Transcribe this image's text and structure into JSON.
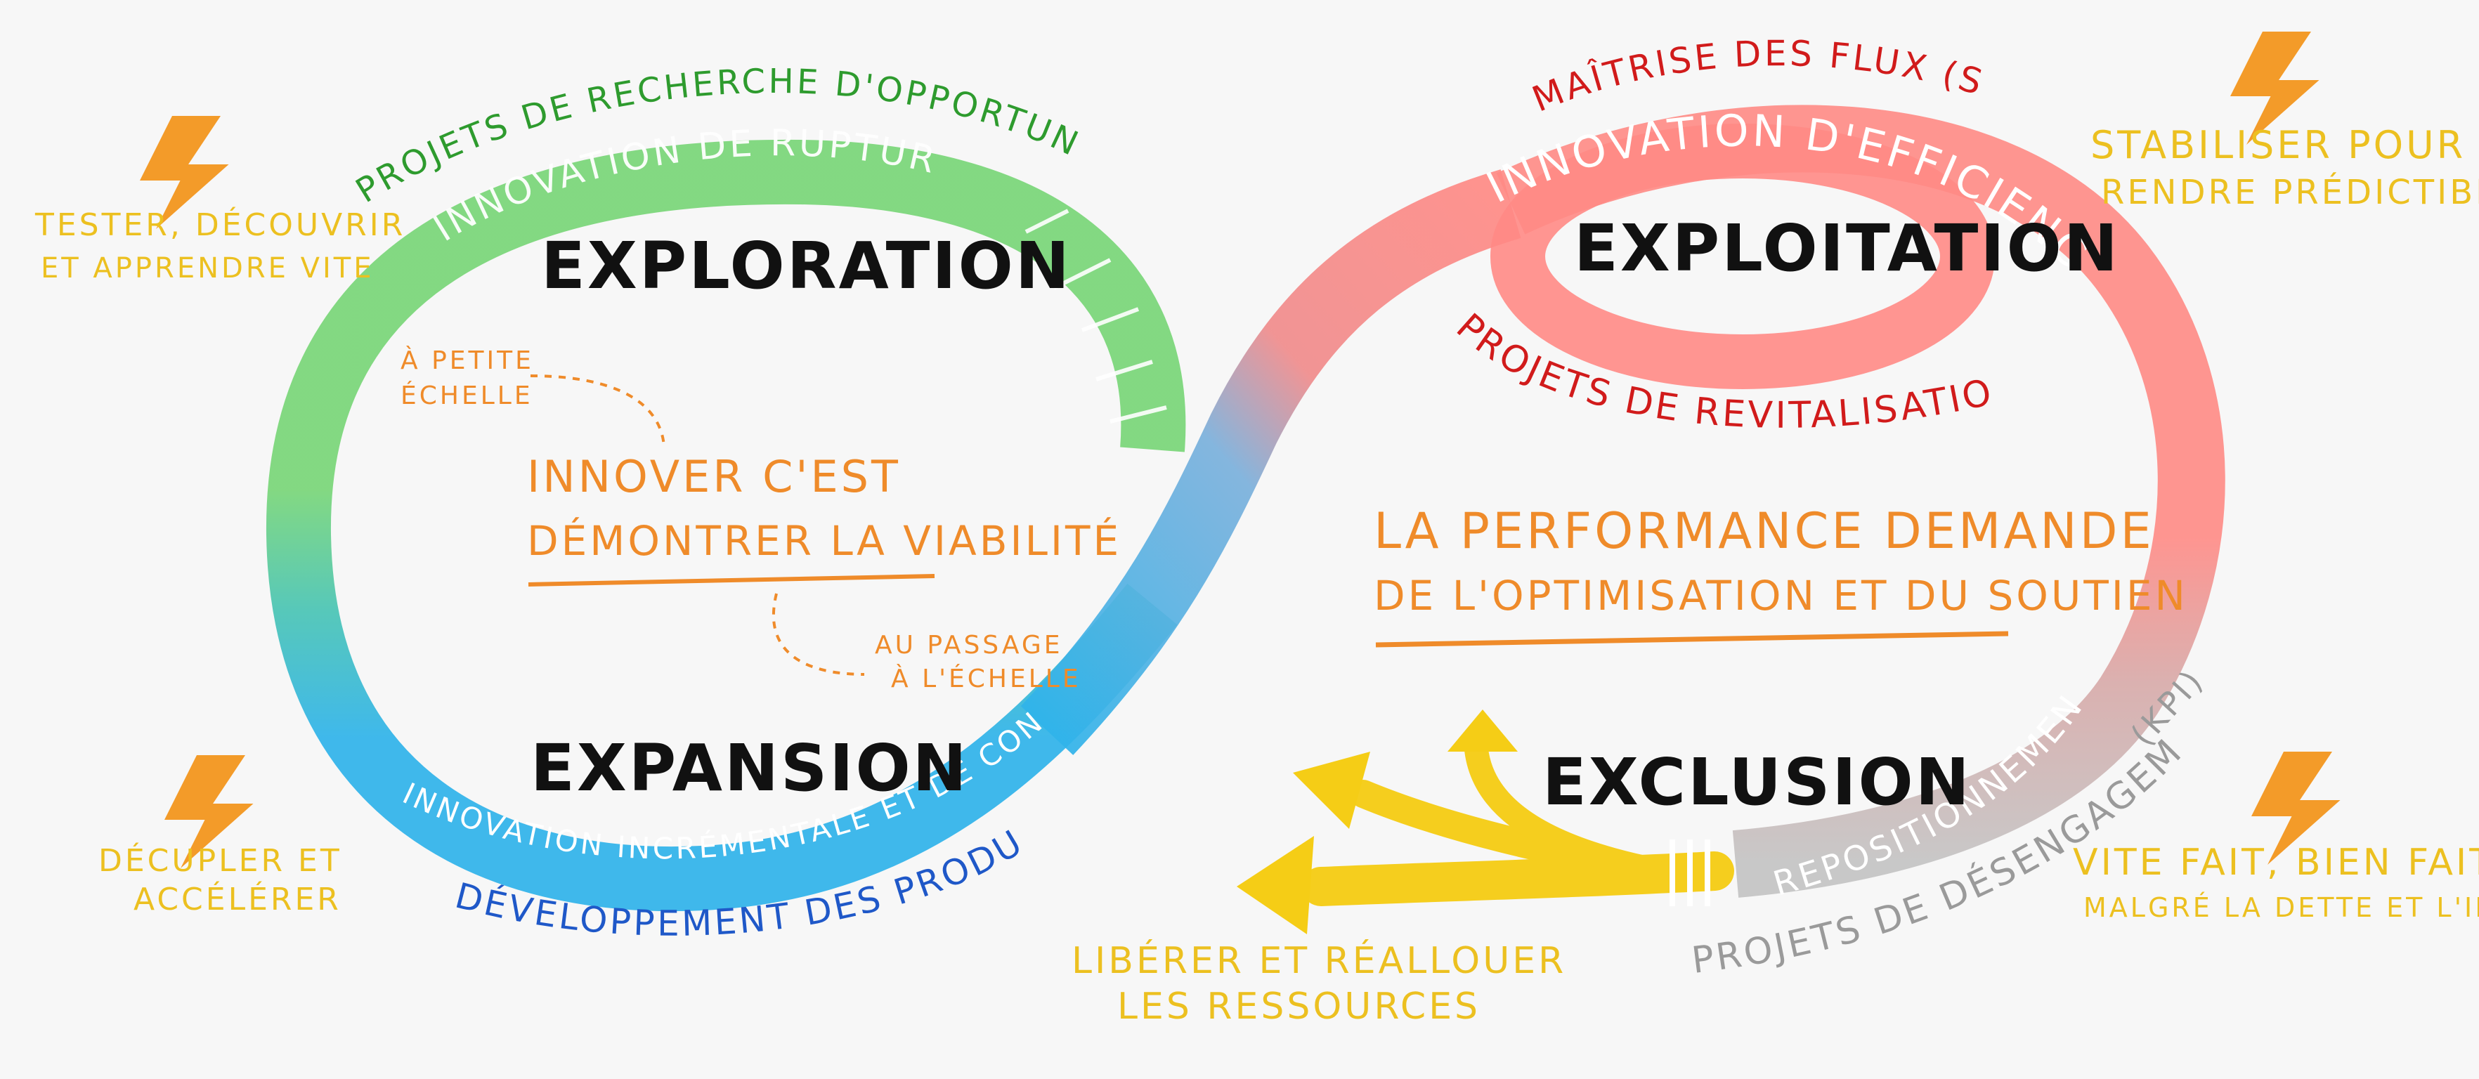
{
  "colors": {
    "background": "#f7f7f7",
    "exploration": "#79d678",
    "expansion": "#2fb3ea",
    "exploitation": "#ff8a85",
    "exclusion": "#c3c3c3",
    "release": "#f5cd16",
    "accent_orange": "#ef8b2a",
    "text_green": "#2e9b2e",
    "text_red": "#d11b1b",
    "text_blue": "#1f58c8",
    "text_gray": "#9a9a9a",
    "text_yellow": "#ecc020",
    "text_black": "#111111"
  },
  "quadrants": {
    "exploration": {
      "title": "EXPLORATION",
      "band_label": "INNOVATION DE RUPTURE",
      "project_label": "PROJETS DE RECHERCHE D'OPPORTUNITÉS (BETS)",
      "side_note": [
        "TESTER, DÉCOUVRIR",
        "ET APPRENDRE VITE"
      ]
    },
    "expansion": {
      "title": "EXPANSION",
      "band_label": "INNOVATION INCRÉMENTALE ET DE CONTINUITÉ",
      "project_label": "DÉVELOPPEMENT DES PRODUITS (OKR)",
      "side_note": [
        "DÉCUPLER ET",
        "ACCÉLÉRER"
      ]
    },
    "exploitation": {
      "title": "EXPLOITATION",
      "band_label": "INNOVATION D'EFFICIENCE",
      "flow_label": "MAÎTRISE DES FLUX (SLA)",
      "project_label": "PROJETS DE REVITALISATION (KPI)",
      "side_note": [
        "STABILISER POUR",
        "RENDRE PRÉDICTIBLE"
      ]
    },
    "exclusion": {
      "title": "EXCLUSION",
      "band_label": "REPOSITIONNEMENT",
      "kpi_label": "(KPI)",
      "project_label": "PROJETS DE DÉSENGAGEMENT",
      "release_label": [
        "LIBÉRER ET RÉALLOUER",
        "LES RESSOURCES"
      ],
      "side_note": [
        "VITE FAIT, BIEN FAIT",
        "MALGRÉ LA DETTE ET L'INERTIE"
      ]
    }
  },
  "center_left": {
    "small_scale": [
      "À PETITE",
      "ÉCHELLE"
    ],
    "statement": [
      "INNOVER C'EST",
      "DÉMONTRER LA VIABILITÉ"
    ],
    "at_scale": [
      "AU PASSAGE",
      "À L'ÉCHELLE"
    ]
  },
  "center_right": {
    "statement": [
      "LA PERFORMANCE DEMANDE",
      "DE L'OPTIMISATION ET DU SOUTIEN"
    ]
  },
  "icons": [
    "lightning-icon",
    "lightning-icon",
    "lightning-icon",
    "lightning-icon"
  ]
}
